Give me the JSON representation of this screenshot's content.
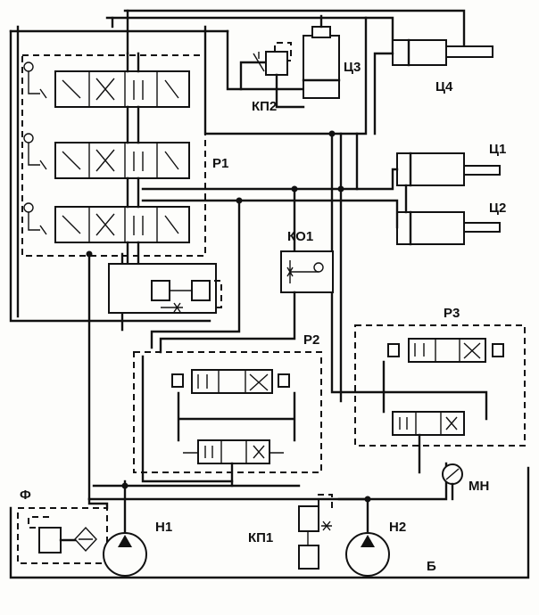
{
  "labels": {
    "c3": "Ц3",
    "c4": "Ц4",
    "kp2": "КП2",
    "r1": "Р1",
    "c1": "Ц1",
    "c2": "Ц2",
    "ko1": "КО1",
    "r2": "Р2",
    "r3": "Р3",
    "f": "Ф",
    "n1": "Н1",
    "kp1": "КП1",
    "n2": "Н2",
    "mn": "МН",
    "b": "Б"
  },
  "colors": {
    "line": "#111111",
    "background": "#fdfdfb"
  }
}
